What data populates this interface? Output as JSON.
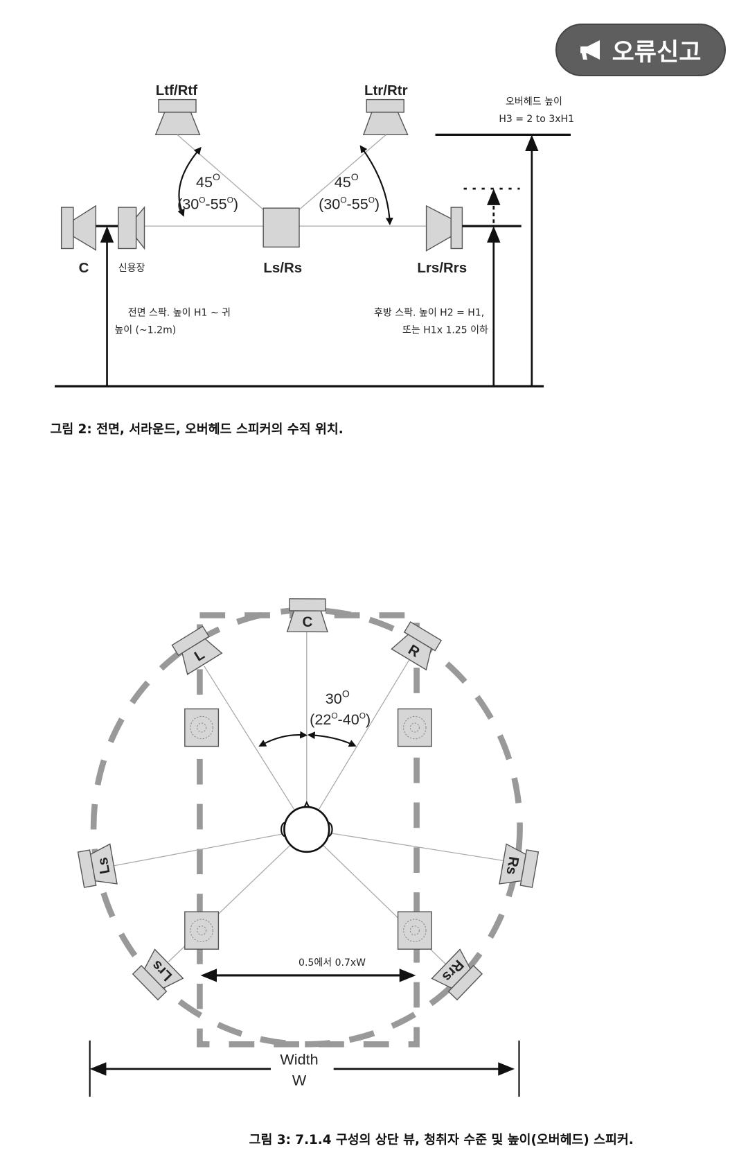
{
  "report_button": {
    "label": "오류신고",
    "icon": "megaphone-icon"
  },
  "figure2": {
    "labels": {
      "top_front": "Ltf/Rtf",
      "top_rear": "Ltr/Rtr",
      "center": "C",
      "center_sub": "신용장",
      "side": "Ls/Rs",
      "rear": "Lrs/Rrs"
    },
    "angle_left": {
      "main": "45",
      "range_a": "(30",
      "range_b": "-55",
      "range_c": ")"
    },
    "angle_right": {
      "main": "45",
      "range_a": "(30",
      "range_b": "-55",
      "range_c": ")"
    },
    "degree_mark": "O",
    "front_height": {
      "line1": "전면 스팍. 높이 H1 ~ 귀",
      "line2": "높이 (~1.2m)"
    },
    "rear_height": {
      "line1": "후방 스팍. 높이 H2 = H1,",
      "line2": "또는 H1x 1.25 이하"
    },
    "overhead_height": {
      "line1": "오버헤드 높이",
      "line2": "H3 = 2 to 3xH1"
    },
    "caption": "그림 2: 전면, 서라운드, 오버헤드 스피커의 수직 위치."
  },
  "figure3": {
    "speakers": [
      {
        "label": "C"
      },
      {
        "label": "L"
      },
      {
        "label": "R"
      },
      {
        "label": "Ls"
      },
      {
        "label": "Rs"
      },
      {
        "label": "Lrs"
      },
      {
        "label": "Rrs"
      }
    ],
    "angle": {
      "main": "30",
      "range_a": "(22",
      "range_b": "-40",
      "range_c": ")"
    },
    "degree_mark": "O",
    "spacing": "0.5에서 0.7xW",
    "width_label": "Width",
    "width_symbol": "W",
    "caption": "그림 3: 7.1.4 구성의 상단 뷰, 청취자 수준 및 높이(오버헤드) 스피커."
  }
}
